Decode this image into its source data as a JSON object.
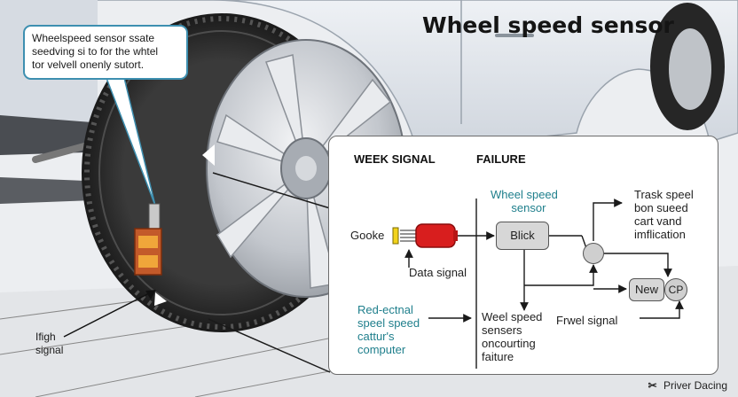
{
  "title": "Wheel speed sensor",
  "callout": {
    "lines": [
      "Wheelspeed sensor ssate",
      "seedving si to for the whtel",
      "tor velvell onenly sutort."
    ]
  },
  "left_label": {
    "lines": [
      "Ifigh",
      "signal"
    ]
  },
  "panel": {
    "header_left": "WEEK SIGNAL",
    "header_right": "FAILURE",
    "sensor_label_lines": [
      "Wheel speed",
      "sensor"
    ],
    "gooke_label": "Gooke",
    "data_signal": "Data signal",
    "block_label": "Blick",
    "right_top_lines": [
      "Trask speel",
      "bon sueed",
      "cart vand",
      "imflication"
    ],
    "new_label": "New",
    "cp_label": "CP",
    "computer_lines": [
      "Red-ectnal",
      "speel speed",
      "cattur's",
      "computer"
    ],
    "failure_lines": [
      "Weel speed",
      "sensers",
      "oncourting",
      "faiture"
    ],
    "frwel_signal": "Frwel signal"
  },
  "brand": {
    "icon": "icon-logo",
    "text": "Priver Dacing"
  },
  "colors": {
    "callout_border": "#3d8fb0",
    "teal_text": "#1f7f8c",
    "sensor_red": "#d81e1e",
    "sensor_connector": "#f2d31b"
  }
}
